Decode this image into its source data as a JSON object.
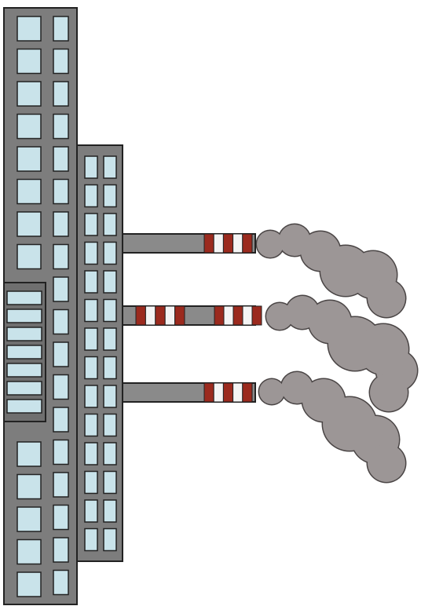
{
  "illustration": {
    "subject": "factory-with-smokestacks",
    "orientation": "rotated-90-clockwise",
    "stack_count": 3,
    "colors": {
      "background": "#ffffff",
      "building": "#7d7d7d",
      "building_dark": "#6f6f6f",
      "outline": "#222222",
      "window": "#c9e3ea",
      "stack": "#8a8a8a",
      "stripe_red": "#9b2a1e",
      "stripe_white": "#f4f4f4",
      "smoke": "#9c9696",
      "smoke_outline": "#4a4545"
    }
  }
}
